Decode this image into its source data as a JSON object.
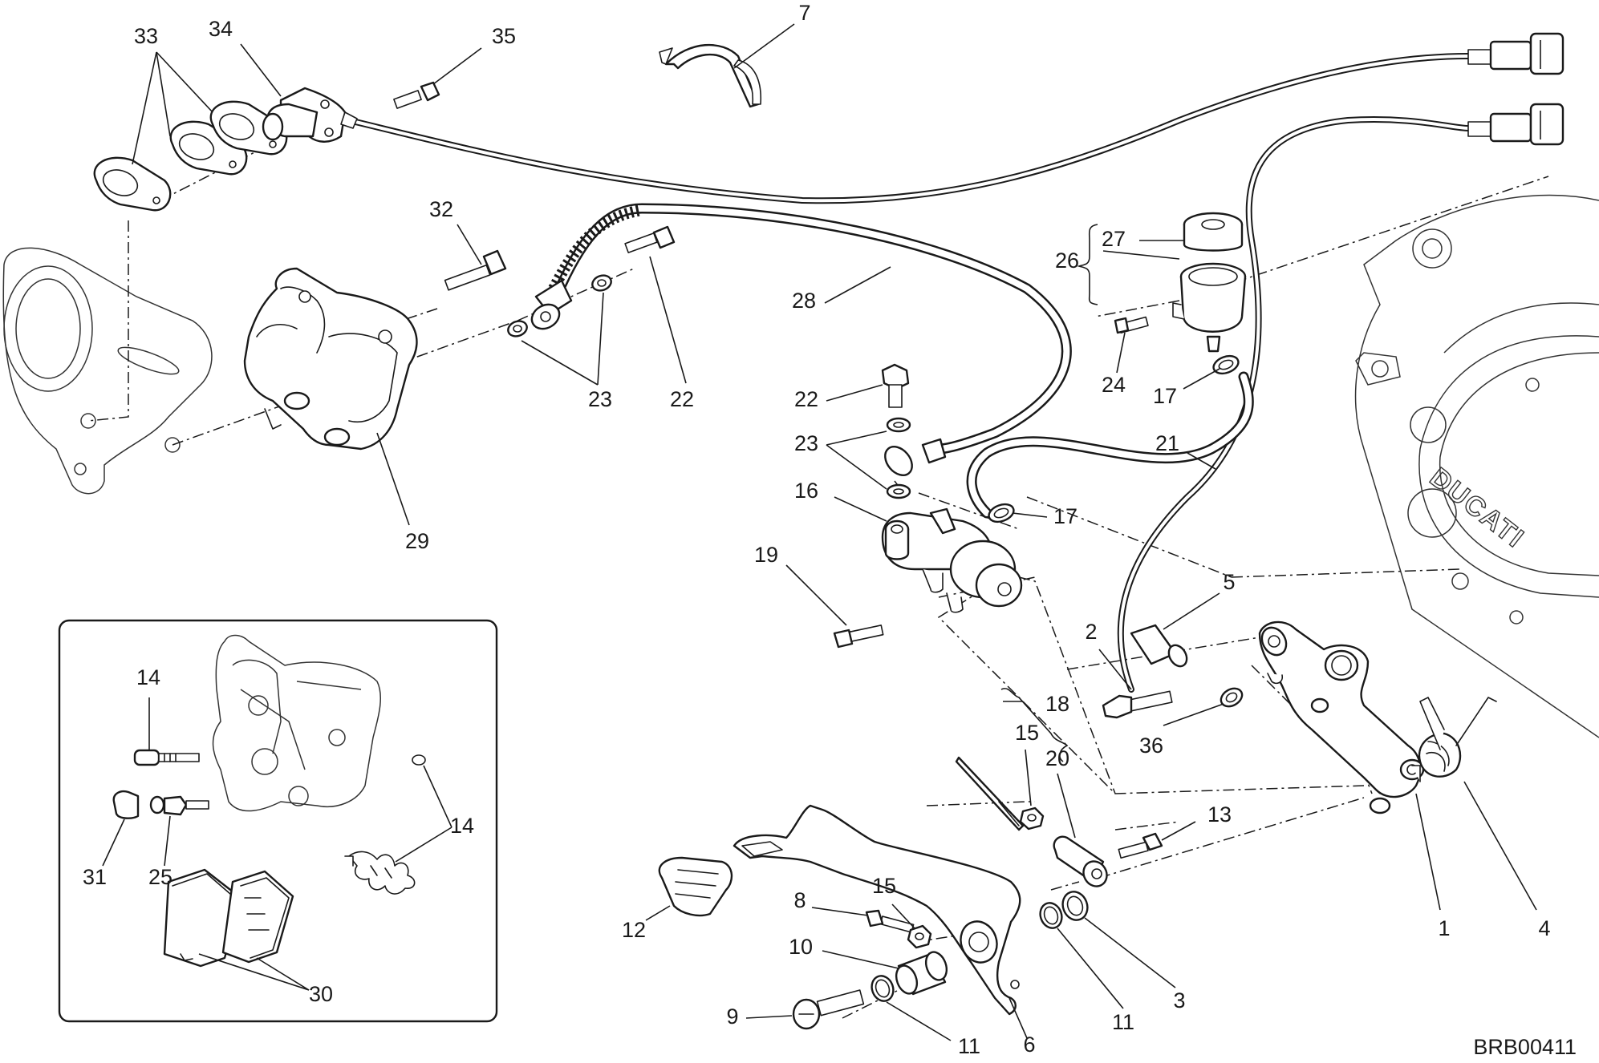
{
  "diagram_code": "BRB00411",
  "engine_cover_logo": "DUCATI",
  "callouts": {
    "c1": "1",
    "c2": "2",
    "c3": "3",
    "c4": "4",
    "c5": "5",
    "c6": "6",
    "c7": "7",
    "c8": "8",
    "c9": "9",
    "c10": "10",
    "c11a": "11",
    "c11b": "11",
    "c12": "12",
    "c13": "13",
    "c14a": "14",
    "c14b": "14",
    "c15a": "15",
    "c15b": "15",
    "c16": "16",
    "c17a": "17",
    "c17b": "17",
    "c18": "18",
    "c19": "19",
    "c20": "20",
    "c21": "21",
    "c22a": "22",
    "c22b": "22",
    "c23a": "23",
    "c23b": "23",
    "c24": "24",
    "c25": "25",
    "c26": "26",
    "c27": "27",
    "c28": "28",
    "c29": "29",
    "c30": "30",
    "c31": "31",
    "c32": "32",
    "c33": "33",
    "c34": "34",
    "c35": "35",
    "c36": "36"
  }
}
